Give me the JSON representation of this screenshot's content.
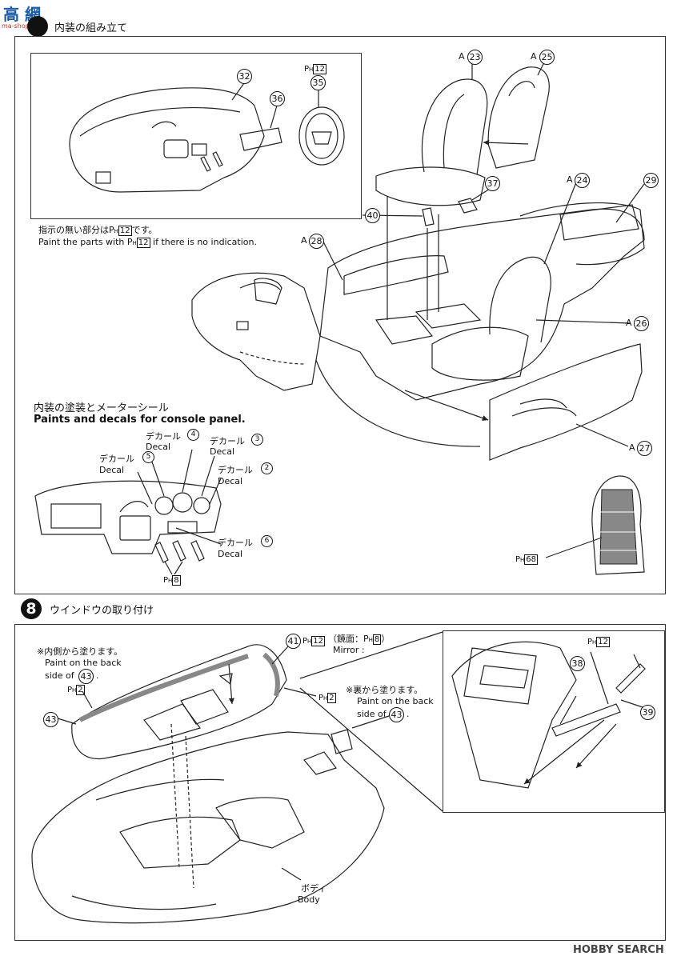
{
  "watermark_top": "ma-shop.com",
  "watermark_brand": "HOBBY SEARCH",
  "step7": {
    "title": "内装の組み立て",
    "inset_note_jp": "指示の無い部分は",
    "inset_note_jp_tail": "です。",
    "inset_note_en_head": "Paint the parts with",
    "inset_note_en_tail": "if there is no indication.",
    "paint_ref": "12",
    "part_32": "32",
    "part_35": "35",
    "part_36": "36",
    "part_37": "37",
    "part_40": "40",
    "part_23": "23",
    "part_25": "25",
    "part_24": "24",
    "part_29": "29",
    "part_28": "28",
    "part_26": "26",
    "part_27": "27",
    "sprue_a": "A",
    "console_title_jp": "内装の塗装とメーターシール",
    "console_title_en": "Paints and decals for console panel.",
    "decal_jp": "デカール",
    "decal_en": "Decal",
    "decal_2": "2",
    "decal_3": "3",
    "decal_4": "4",
    "decal_5": "5",
    "decal_6": "6",
    "paint_8": "8",
    "paint_68": "68",
    "ph_prefix": "P",
    "ph_sub": "H"
  },
  "step8": {
    "number": "8",
    "title": "ウインドウの取り付け",
    "inside_note_jp": "※内側から塗ります。",
    "inside_note_en1": "Paint on the back",
    "inside_note_en2": "side of",
    "back_note_jp": "※裏から塗ります。",
    "back_note_en1": "Paint on the back",
    "back_note_en2": "side of",
    "mirror_jp": "（鏡面：",
    "mirror_jp_tail": "）",
    "mirror_en": "Mirror :",
    "part_41": "41",
    "part_43": "43",
    "part_38": "38",
    "part_39": "39",
    "paint_2": "2",
    "paint_8": "8",
    "paint_12": "12",
    "body_jp": "ボディ",
    "body_en": "Body",
    "period": "."
  }
}
